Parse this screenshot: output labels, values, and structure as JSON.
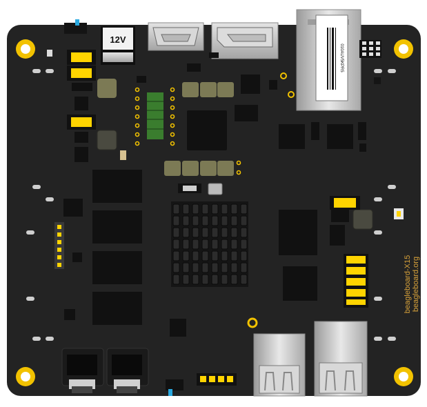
{
  "board": {
    "name": "beagleboard-X15",
    "url": "beagleboard.org",
    "power_label": "12V",
    "ethernet_serial": "010AUV5KPR5",
    "colors": {
      "pcb": "#232323",
      "gold_ring": "#f2c200",
      "silk_text": "#d8a23a",
      "ic": "#111111",
      "pad_green": "#7c7a55",
      "metal": "#c9c9c9",
      "led_yellow": "#ffd400",
      "blue_led": "#2aa9e0"
    }
  }
}
